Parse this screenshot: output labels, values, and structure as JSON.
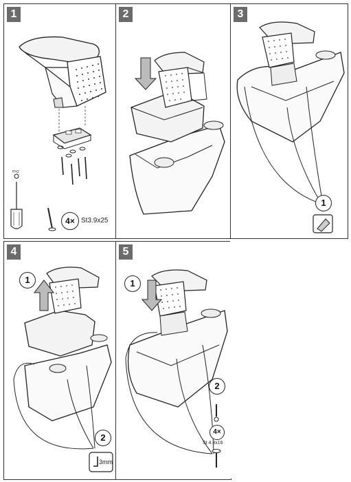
{
  "steps": [
    {
      "number": "1"
    },
    {
      "number": "2"
    },
    {
      "number": "3"
    },
    {
      "number": "4"
    },
    {
      "number": "5"
    }
  ],
  "step1": {
    "screwdriver_tip_label": "PH2",
    "screw_count": "4×",
    "screw_spec": "St3.9x25"
  },
  "step3": {
    "callout_number": "1"
  },
  "step4": {
    "callout_up_number": "1",
    "callout_tool_number": "2",
    "hex_key_size": "3mm"
  },
  "step5": {
    "callout_down_number": "1",
    "callout_screw_number": "2",
    "screw_count": "4×",
    "screw_spec": "St 4.8x16"
  },
  "colors": {
    "badge": "#6b6b6b",
    "line": "#222222",
    "border": "#333333"
  }
}
